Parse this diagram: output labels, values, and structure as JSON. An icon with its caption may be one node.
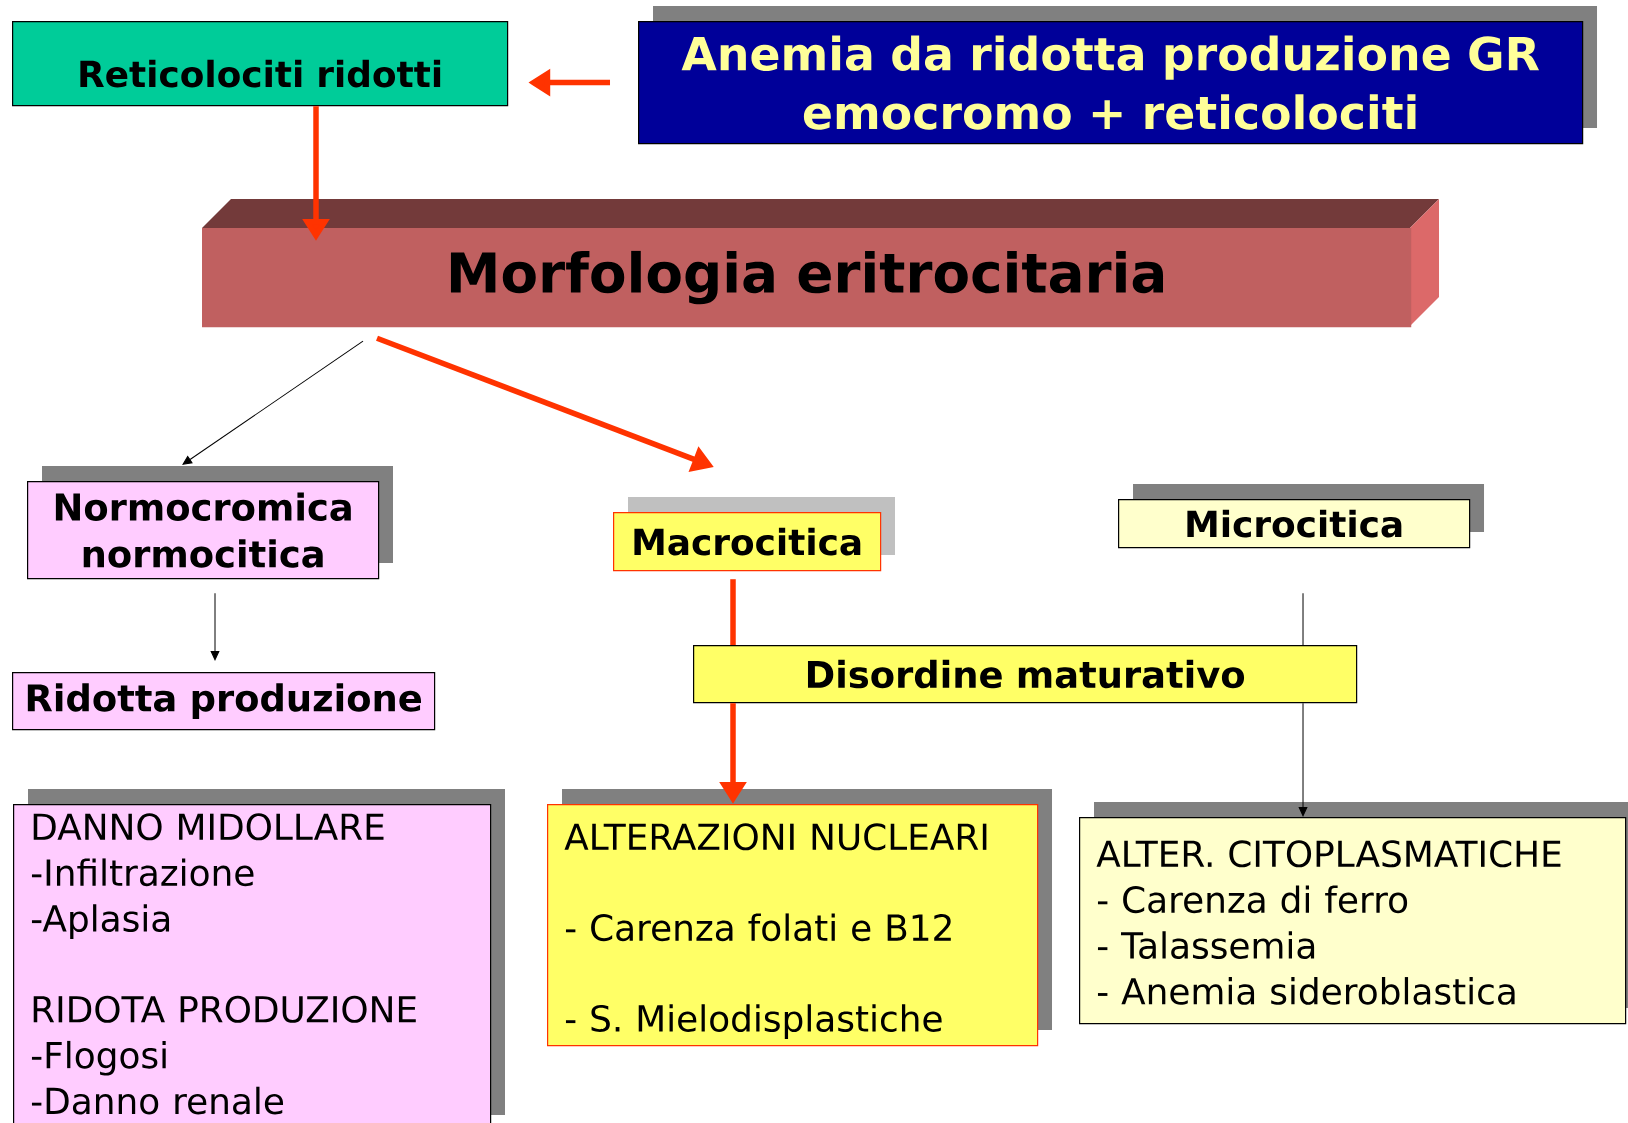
{
  "diagram": {
    "nodes": [
      {
        "text": [
          "Anemia da ridotta produzione GR",
          "emocromo + reticolociti"
        ]
      },
      {
        "text": [
          "Reticolociti ridotti"
        ]
      },
      {
        "text": [
          "Morfologia eritrocitaria"
        ]
      },
      {
        "text": [
          "Normocromica normocitica"
        ]
      },
      {
        "text": [
          "Macrocitica"
        ]
      },
      {
        "text": [
          "Microcitica"
        ]
      },
      {
        "text": [
          "Ridotta produzione"
        ]
      },
      {
        "text": [
          "Disordine maturativo"
        ]
      },
      {
        "text": [
          "DANNO MIDOLLARE",
          "-Infiltrazione",
          "-Aplasia",
          "RIDOTA PRODUZIONE",
          "-Flogosi",
          "-Danno renale"
        ]
      },
      {
        "text": [
          "ALTERAZIONI NUCLEARI",
          "- Carenza folati e B12",
          "- S. Mielodisplastiche"
        ]
      },
      {
        "text": [
          "ALTER. CITOPLASMATICHE",
          "- Carenza di ferro",
          "- Talassemia",
          "- Anemia sideroblastica"
        ]
      }
    ],
    "edges": [
      {
        "from": 0,
        "to": 1,
        "arrow": "to"
      },
      {
        "from": 1,
        "to": 2,
        "arrow": "to"
      },
      {
        "from": 2,
        "to": 3,
        "arrow": "to",
        "color": "#000000"
      },
      {
        "from": 2,
        "to": 4,
        "arrow": "to"
      },
      {
        "from": 3,
        "to": 6,
        "arrow": "to",
        "color": "#000000"
      },
      {
        "from": 4,
        "to": 7,
        "arrow": "none"
      },
      {
        "from": 7,
        "to": 9,
        "arrow": "to"
      },
      {
        "from": 5,
        "to": 7,
        "arrow": "none",
        "color": "#000000"
      },
      {
        "from": 7,
        "to": 10,
        "arrow": "to",
        "color": "#000000"
      }
    ]
  }
}
